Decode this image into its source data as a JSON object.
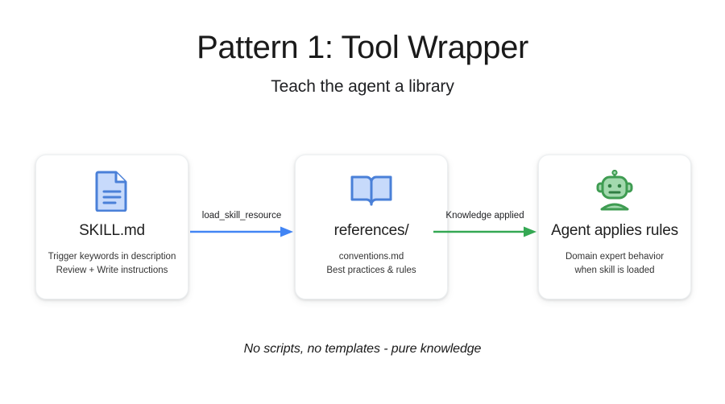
{
  "header": {
    "title": "Pattern 1: Tool Wrapper",
    "subtitle": "Teach the agent a library"
  },
  "colors": {
    "background": "#ffffff",
    "blue_accent": "#4285f4",
    "blue_icon_stroke": "#4a80d8",
    "blue_icon_fill": "#c7dafb",
    "green_accent": "#34a853",
    "green_icon_stroke": "#3f9c52",
    "green_icon_fill": "#a3d9ae",
    "title_text": "#1a1a1a",
    "body_text": "#333333",
    "card_border": "#eceff1"
  },
  "flow": {
    "cards": [
      {
        "id": "skill-md",
        "icon": "document-icon",
        "title": "SKILL.md",
        "lines": [
          "Trigger keywords in description",
          "Review + Write instructions"
        ]
      },
      {
        "id": "references",
        "icon": "open-book-icon",
        "title": "references/",
        "lines": [
          "conventions.md",
          "Best practices & rules"
        ]
      },
      {
        "id": "agent-applies-rules",
        "icon": "robot-icon",
        "title": "Agent applies rules",
        "lines": [
          "Domain expert behavior",
          "when skill is loaded"
        ]
      }
    ],
    "arrows": [
      {
        "id": "load-skill-resource",
        "label": "load_skill_resource",
        "color": "#4285f4",
        "direction": "right"
      },
      {
        "id": "knowledge-applied",
        "label": "Knowledge applied",
        "color": "#34a853",
        "direction": "right"
      }
    ]
  },
  "footer": {
    "caption": "No scripts, no templates - pure knowledge"
  }
}
